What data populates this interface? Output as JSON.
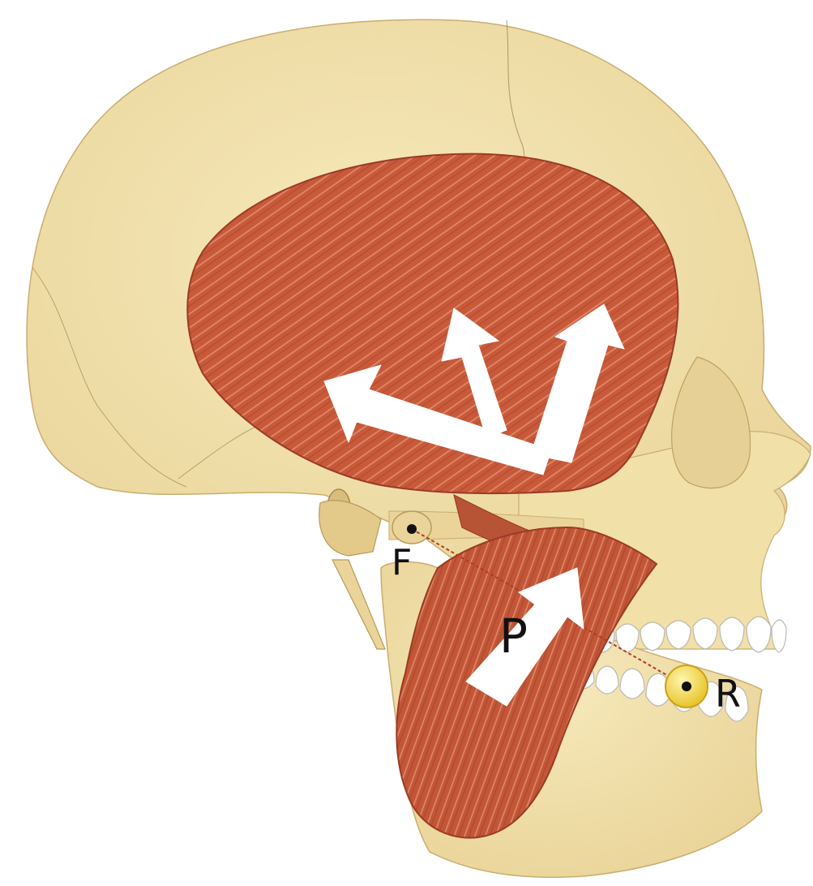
{
  "diagram": {
    "labels": {
      "fulcrum": "F",
      "power": "P",
      "resistance": "R"
    },
    "colors": {
      "bone": "#f2e2ad",
      "bone_shadow": "#dcc387",
      "muscle": "#c85a3a",
      "muscle_dark": "#a9432a",
      "fibers": "#e89a7a",
      "teeth": "#ffffff",
      "arrow": "#ffffff",
      "resistance_point": "#f1d23a",
      "lever_line": "#b23a2a"
    }
  }
}
